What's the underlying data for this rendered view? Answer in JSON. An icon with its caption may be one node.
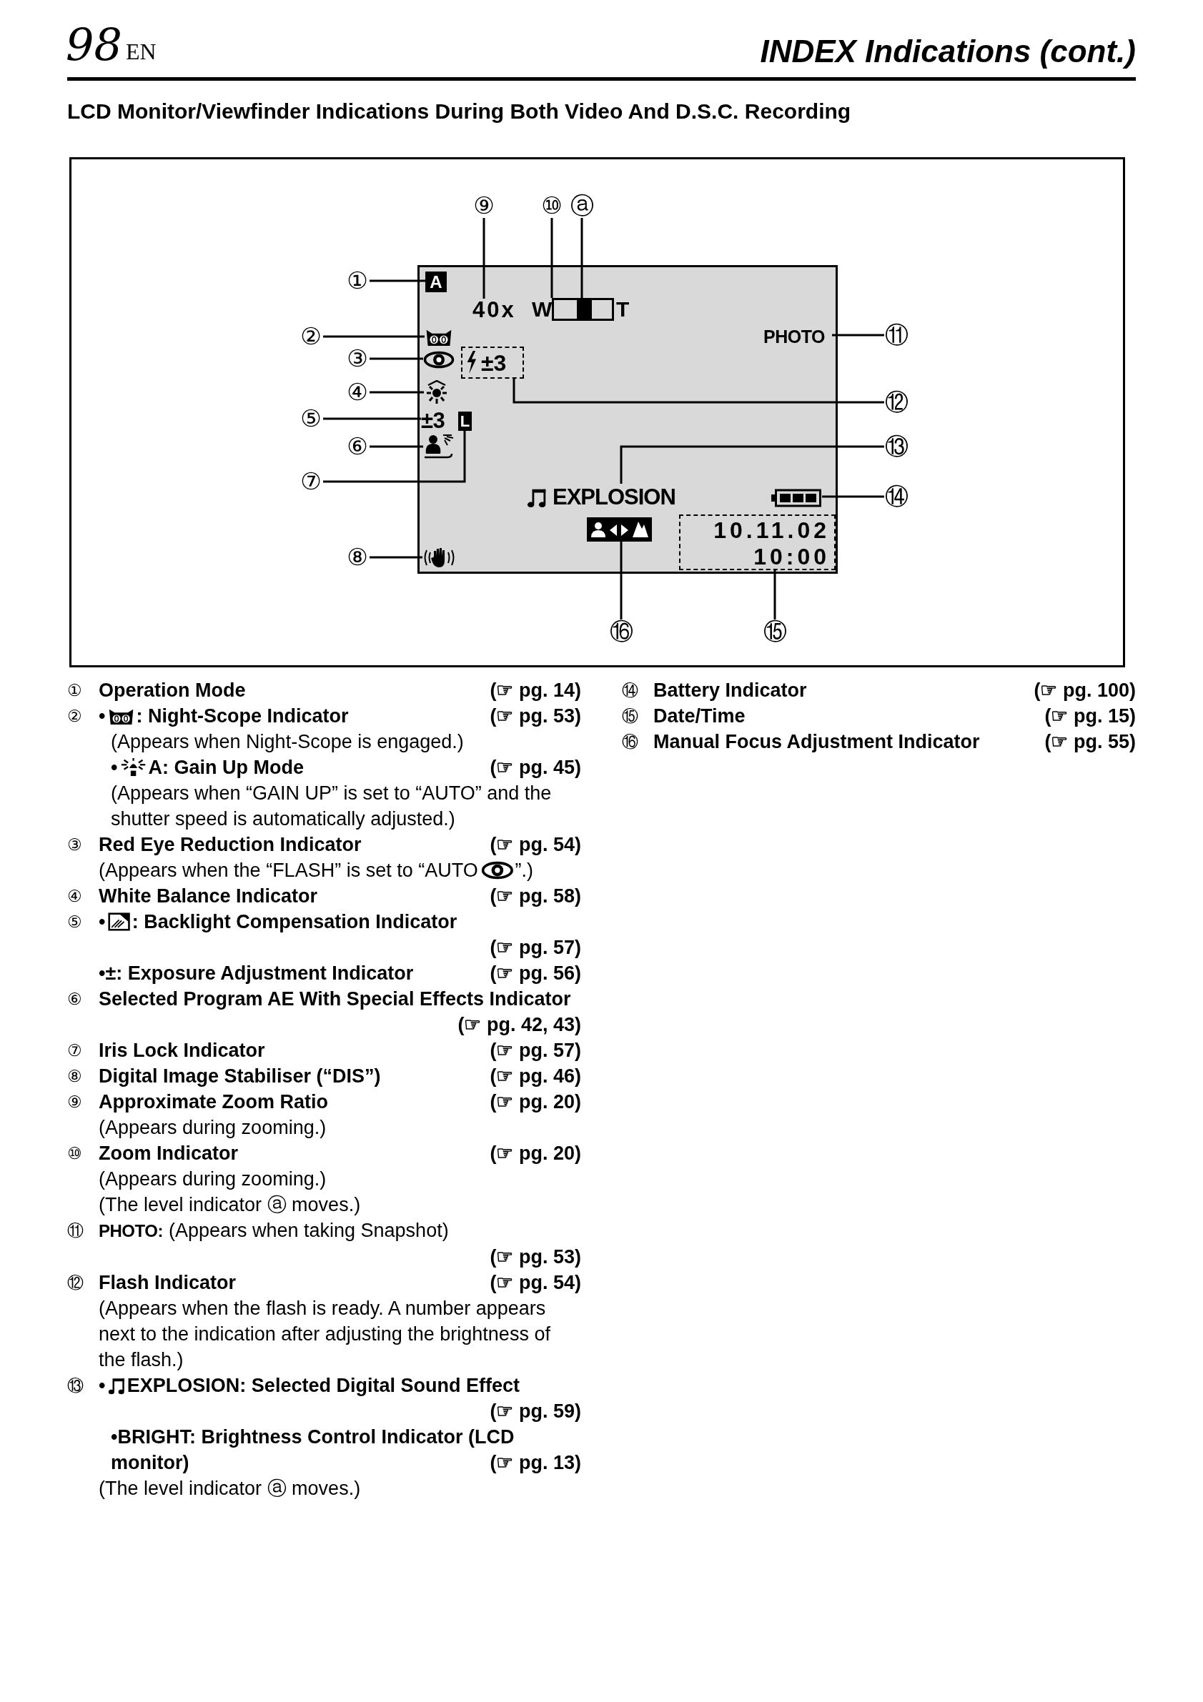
{
  "diagram": {
    "title": "LCD Monitor/Viewfinder Indications During Both Video And D.S.C. Recording",
    "nodes": [
      {
        "text": [],
        "shape": "screen"
      },
      {
        "text": [
          "A"
        ],
        "in": 0
      },
      {
        "text": [
          "40x"
        ],
        "in": 0
      },
      {
        "text": [
          "W",
          "T"
        ],
        "in": 0
      },
      {
        "text": [],
        "shape": "bar",
        "in": 3
      },
      {
        "text": [
          "PHOTO"
        ],
        "in": 0
      },
      {
        "text": [],
        "shape": "owl",
        "in": 0
      },
      {
        "text": [],
        "shape": "eye",
        "in": 0
      },
      {
        "text": [
          "±3"
        ],
        "in": 0
      },
      {
        "text": [],
        "shape": "sun",
        "in": 0
      },
      {
        "text": [
          "±3"
        ],
        "in": 0
      },
      {
        "text": [
          "L"
        ],
        "in": 0
      },
      {
        "text": [],
        "shape": "figure",
        "in": 0
      },
      {
        "text": [
          "EXPLOSION"
        ],
        "in": 0
      },
      {
        "text": [],
        "shape": "battery",
        "in": 0
      },
      {
        "text": [],
        "shape": "box",
        "in": 0
      },
      {
        "text": [
          "10.11.02",
          "10:00"
        ],
        "in": 0
      },
      {
        "text": [],
        "shape": "hand",
        "in": 0
      },
      {
        "text": [
          "⑨"
        ]
      },
      {
        "text": [
          "⑩"
        ]
      },
      {
        "text": [
          "ⓐ"
        ]
      },
      {
        "text": [
          "①"
        ]
      },
      {
        "text": [
          "②"
        ]
      },
      {
        "text": [
          "⑪"
        ]
      },
      {
        "text": [
          "③"
        ]
      },
      {
        "text": [
          "④"
        ]
      },
      {
        "text": [
          "⑫"
        ]
      },
      {
        "text": [
          "⑤"
        ]
      },
      {
        "text": [
          "⑬"
        ]
      },
      {
        "text": [
          "⑥"
        ]
      },
      {
        "text": [
          "⑦"
        ]
      },
      {
        "text": [
          "⑭"
        ]
      },
      {
        "text": [
          "⑧"
        ]
      },
      {
        "text": [
          "⑯"
        ]
      },
      {
        "text": [
          "⑮"
        ]
      }
    ],
    "edges": [
      {
        "from": 18,
        "to": 2,
        "arrow": "none"
      },
      {
        "from": 19,
        "to": 3,
        "arrow": "none"
      },
      {
        "from": 20,
        "to": 4,
        "arrow": "none"
      },
      {
        "from": 21,
        "to": 1,
        "arrow": "none"
      },
      {
        "from": 22,
        "to": 6,
        "arrow": "none"
      },
      {
        "from": 23,
        "to": 5,
        "arrow": "none"
      },
      {
        "from": 24,
        "to": 7,
        "arrow": "none"
      },
      {
        "from": 25,
        "to": 9,
        "arrow": "none"
      },
      {
        "from": 26,
        "to": 8,
        "arrow": "none"
      },
      {
        "from": 27,
        "to": 10,
        "arrow": "none"
      },
      {
        "from": 28,
        "to": 13,
        "arrow": "none"
      },
      {
        "from": 29,
        "to": 12,
        "arrow": "none"
      },
      {
        "from": 30,
        "to": 11,
        "arrow": "none"
      },
      {
        "from": 31,
        "to": 14,
        "arrow": "none"
      },
      {
        "from": 32,
        "to": 17,
        "arrow": "none"
      },
      {
        "from": 33,
        "to": 15,
        "arrow": "none"
      },
      {
        "from": 34,
        "to": 16,
        "arrow": "none"
      }
    ],
    "labels": [
      "98",
      "EN",
      "INDEX Indications (cont.)",
      "①",
      "Operation Mode",
      "(☞ pg. 14)",
      "②",
      "•",
      ": Night-Scope Indicator",
      "(☞ pg. 53)",
      "(Appears when Night-Scope is engaged.)",
      "•",
      "A: Gain Up Mode",
      "(☞ pg. 45)",
      "(Appears when “GAIN UP” is set to “AUTO” and the shutter speed is automatically adjusted.)",
      "③",
      "Red Eye Reduction Indicator",
      "(☞ pg. 54)",
      "(Appears when the “FLASH” is set to “AUTO",
      "”.)",
      "④",
      "White Balance Indicator",
      "(☞ pg. 58)",
      "⑤",
      "•",
      ": Backlight Compensation Indicator",
      "(☞ pg. 57)",
      "•±: Exposure Adjustment Indicator",
      "(☞ pg. 56)",
      "⑥",
      "Selected Program AE With Special Effects Indicator",
      "(☞ pg. 42, 43)",
      "⑦",
      "Iris Lock Indicator",
      "(☞ pg. 57)",
      "⑧",
      "Digital Image Stabiliser (“DIS”)",
      "(☞ pg. 46)",
      "⑨",
      "Approximate Zoom Ratio",
      "(☞ pg. 20)",
      "(Appears during zooming.)",
      "⑩",
      "Zoom Indicator",
      "(☞ pg. 20)",
      "(Appears during zooming.)",
      "(The level indicator ⓐ moves.)",
      "⑪",
      "PHOTO:",
      "(Appears when taking Snapshot)",
      "(☞ pg. 53)",
      "⑫",
      "Flash Indicator",
      "(☞ pg. 54)",
      "(Appears when the flash is ready. A number appears next to the indication after adjusting the brightness of the flash.)",
      "⑬",
      "•",
      "EXPLOSION: Selected Digital Sound Effect",
      "(☞ pg. 59)",
      "•BRIGHT: Brightness Control Indicator (LCD monitor)",
      "(☞ pg. 13)",
      "(The level indicator ⓐ moves.)",
      "⑭",
      "Battery Indicator",
      "(☞ pg. 100)",
      "⑮",
      "Date/Time",
      "(☞ pg. 15)",
      "⑯",
      "Manual Focus Adjustment Indicator",
      "(☞ pg. 55)"
    ]
  }
}
